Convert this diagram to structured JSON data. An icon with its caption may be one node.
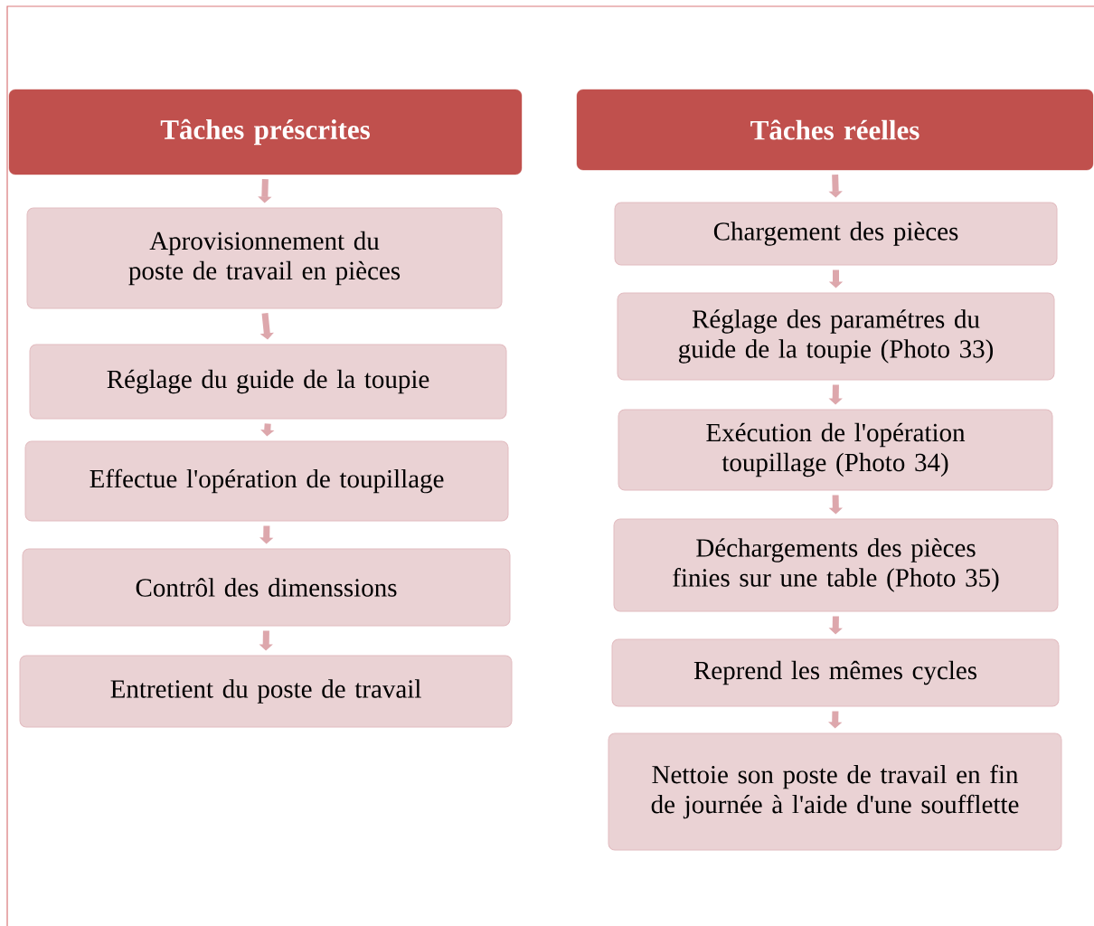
{
  "diagram": {
    "nodes": [
      {
        "text": [
          "Tâches préscrites"
        ]
      },
      {
        "text": [
          "Aprovisionnement du poste de travail en pièces"
        ]
      },
      {
        "text": [
          "Réglage du guide de la toupie"
        ]
      },
      {
        "text": [
          "Effectue l'opération de toupillage"
        ]
      },
      {
        "text": [
          "Contrôl des dimenssions"
        ]
      },
      {
        "text": [
          "Entretient du poste de travail"
        ]
      },
      {
        "text": [
          "Tâches réelles"
        ]
      },
      {
        "text": [
          "Chargement des pièces"
        ]
      },
      {
        "text": [
          "Réglage des paramétres du  guide de la toupie (Photo 33)"
        ]
      },
      {
        "text": [
          "Exécution de l'opération toupillage (Photo 34)"
        ]
      },
      {
        "text": [
          "Déchargements des pièces finies sur une table (Photo 35)"
        ]
      },
      {
        "text": [
          "Reprend les mêmes cycles"
        ]
      },
      {
        "text": [
          "Nettoie son poste de travail en fin de journée à l'aide d'une soufflette"
        ]
      }
    ],
    "edges": [
      {
        "from": 0,
        "to": 1,
        "arrow": "to"
      },
      {
        "from": 1,
        "to": 2,
        "arrow": "to"
      },
      {
        "from": 2,
        "to": 3,
        "arrow": "to"
      },
      {
        "from": 3,
        "to": 4,
        "arrow": "to"
      },
      {
        "from": 4,
        "to": 5,
        "arrow": "to"
      },
      {
        "from": 6,
        "to": 7,
        "arrow": "to"
      },
      {
        "from": 7,
        "to": 8,
        "arrow": "to"
      },
      {
        "from": 8,
        "to": 9,
        "arrow": "to"
      },
      {
        "from": 9,
        "to": 10,
        "arrow": "to"
      },
      {
        "from": 10,
        "to": 11,
        "arrow": "to"
      },
      {
        "from": 11,
        "to": 12,
        "arrow": "to"
      }
    ]
  }
}
